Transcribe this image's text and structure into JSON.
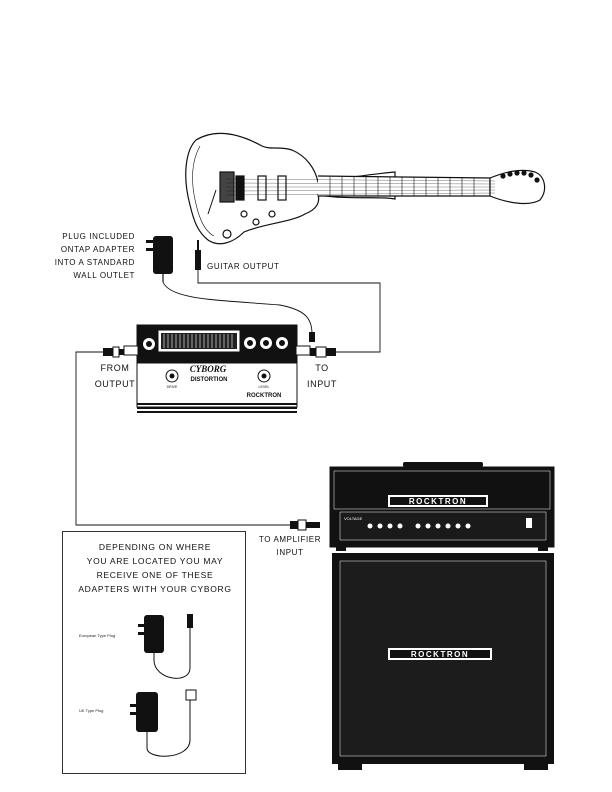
{
  "labels": {
    "plug_note": [
      "PLUG INCLUDED",
      "ONTAP ADAPTER",
      "INTO A STANDARD",
      "WALL OUTLET"
    ],
    "guitar_output": "GUITAR OUTPUT",
    "from_output": [
      "FROM",
      "OUTPUT"
    ],
    "to_input": [
      "TO",
      "INPUT"
    ],
    "to_amp_input": [
      "TO AMPLIFIER",
      "INPUT"
    ]
  },
  "pedal": {
    "model": "CYBORG",
    "subtitle": "DISTORTION",
    "brand": "ROCKTRON",
    "knob_labels": [
      "DRIVE",
      "LEVEL"
    ]
  },
  "amp": {
    "brand": "ROCKTRON",
    "model": "VOLTAGE"
  },
  "cabinet": {
    "brand": "ROCKTRON"
  },
  "info_box": {
    "heading": [
      "DEPENDING ON WHERE",
      "YOU ARE LOCATED YOU MAY",
      "RECEIVE ONE OF THESE",
      "ADAPTERS WITH YOUR CYBORG"
    ],
    "adapter1_label": "European Type Plug",
    "adapter2_label": "UK Type Plug"
  }
}
